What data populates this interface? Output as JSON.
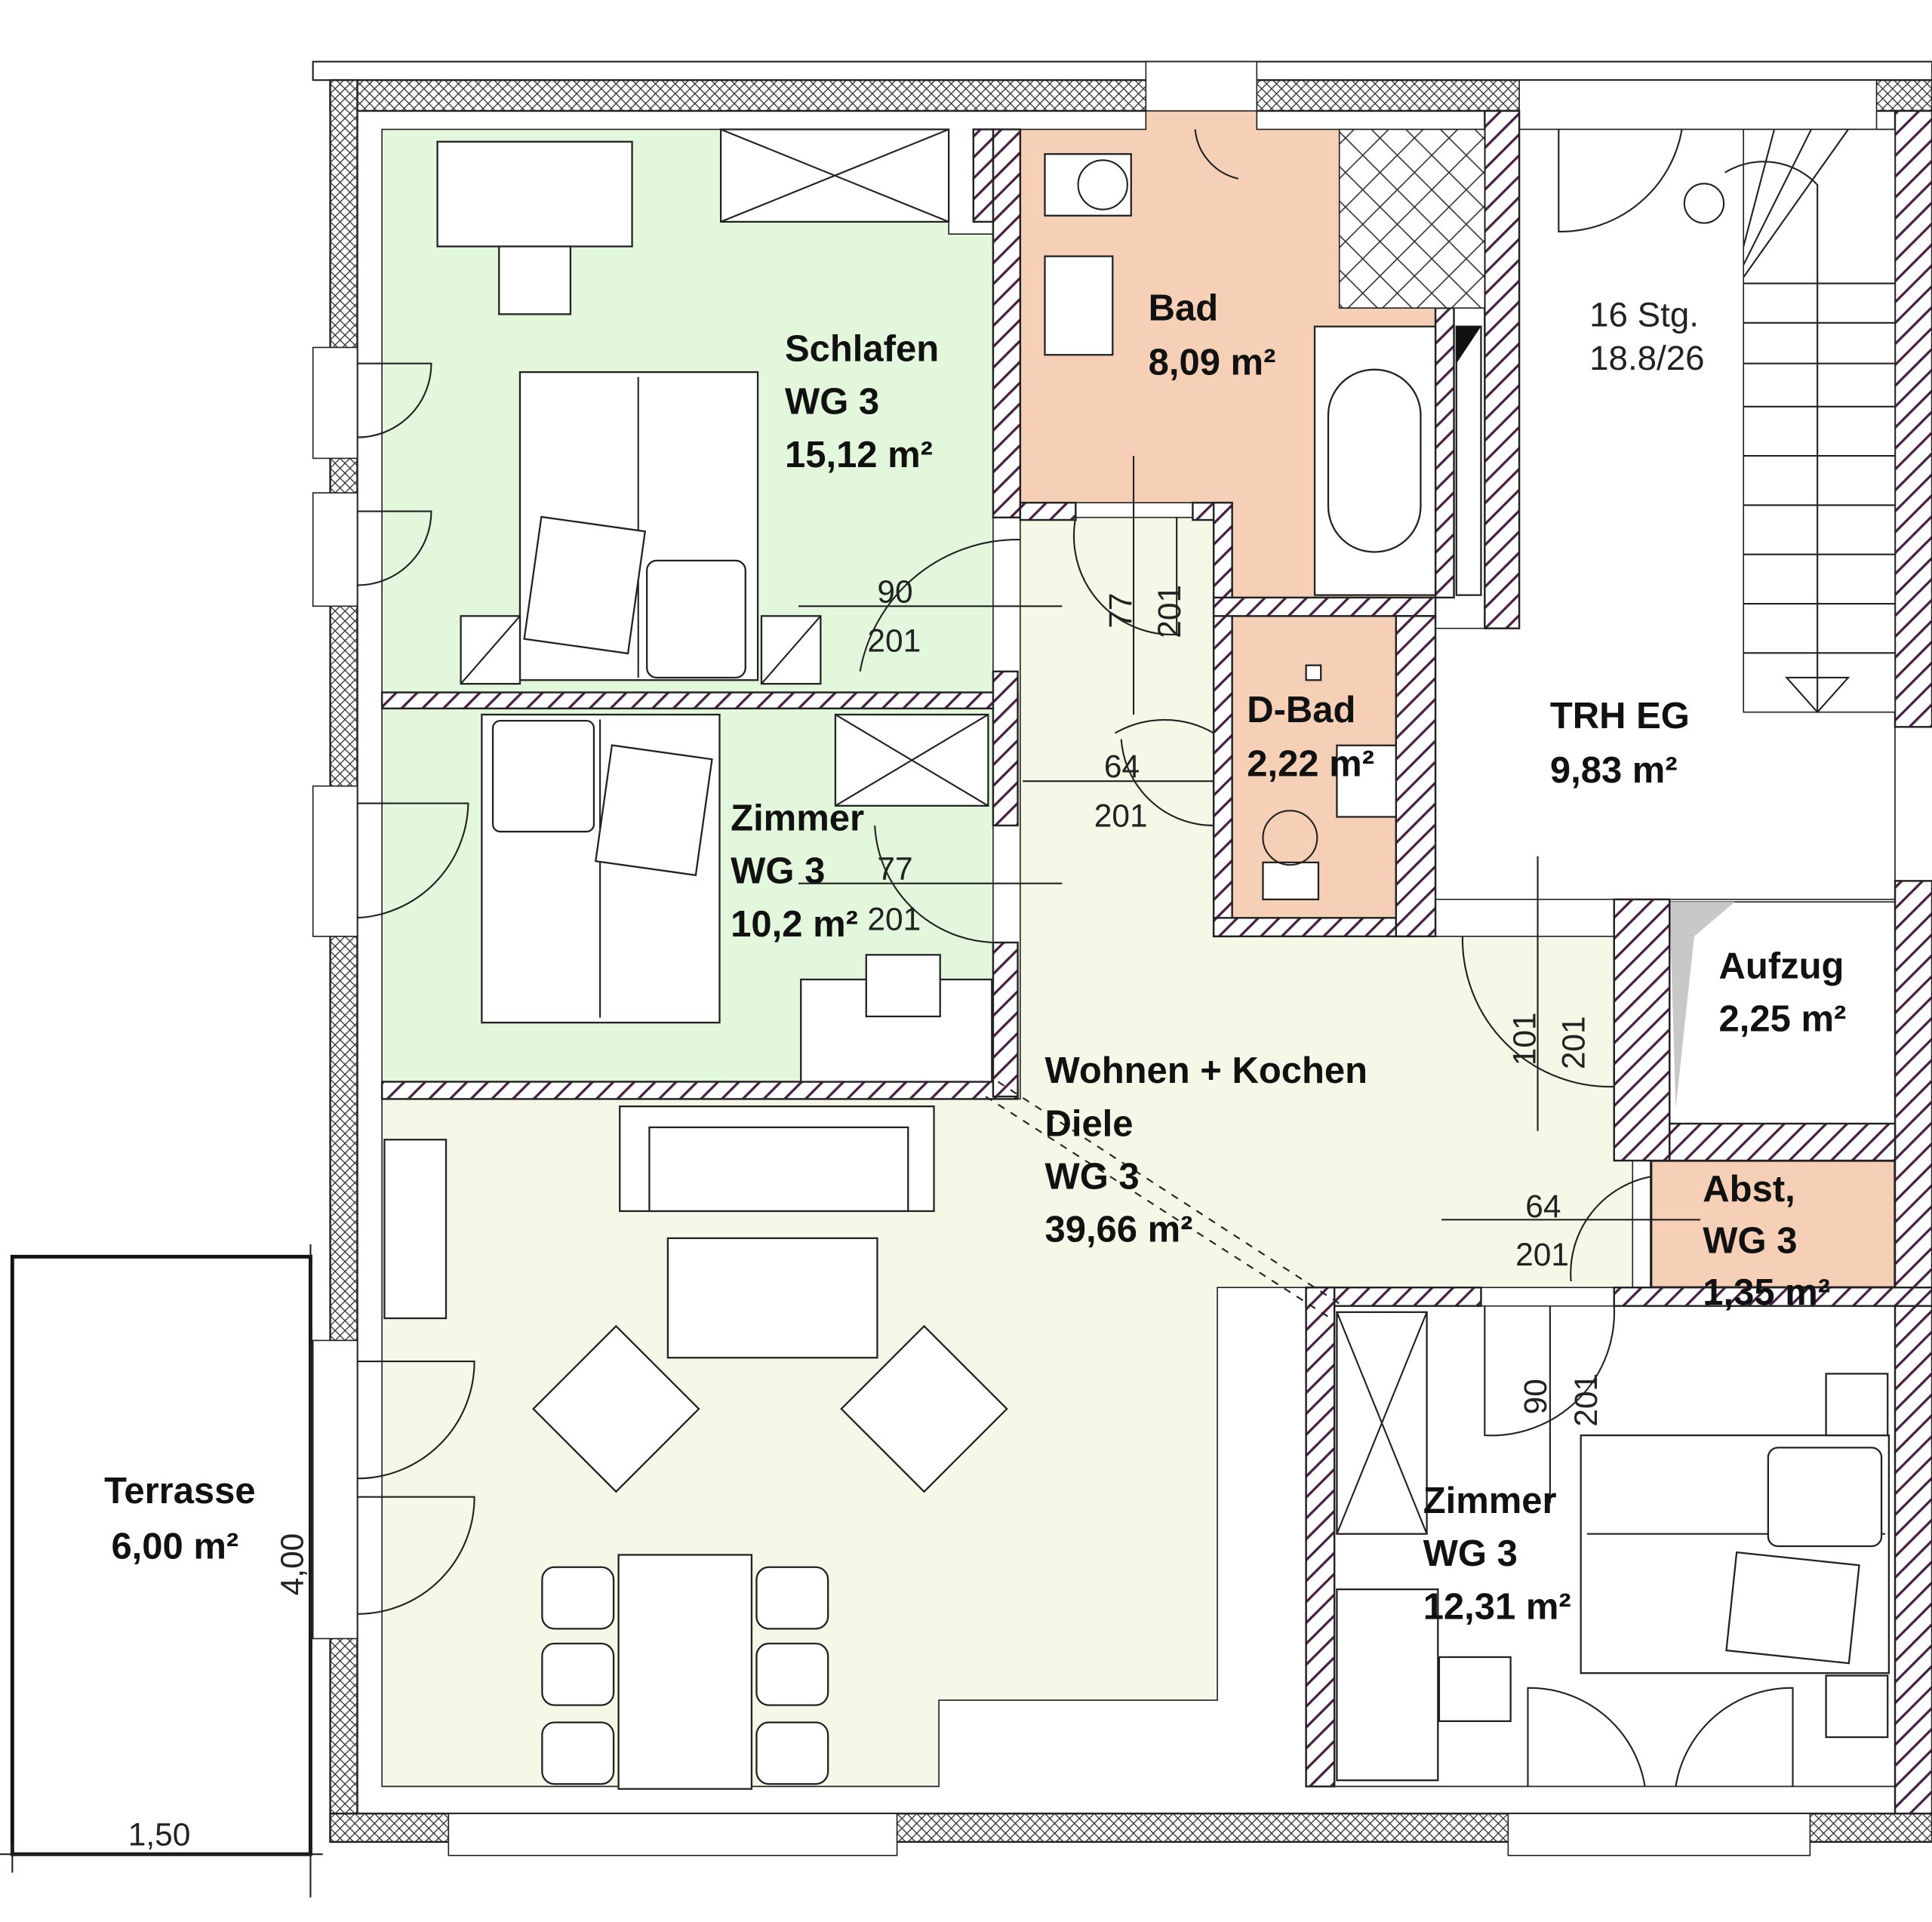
{
  "colors": {
    "green_room": "#e3f7dc",
    "living": "#f5f8e6",
    "wet_room": "#f5d0b6",
    "wall_hatch": "#4a1f46",
    "elevator_shadow": "#c8c8c8"
  },
  "rooms": {
    "schlafen": {
      "name": "Schlafen",
      "unit": "WG 3",
      "area": "15,12 m²"
    },
    "bad": {
      "name": "Bad",
      "area": "8,09 m²"
    },
    "trh": {
      "name": "TRH EG",
      "area": "9,83 m²",
      "stairs_count": "16 Stg.",
      "stairs_ratio": "18.8/26"
    },
    "dbad": {
      "name": "D-Bad",
      "area": "2,22 m²"
    },
    "zimmer1": {
      "name": "Zimmer",
      "unit": "WG 3",
      "area": "10,2 m²"
    },
    "wohnen": {
      "name": "Wohnen + Kochen",
      "name2": "Diele",
      "unit": "WG 3",
      "area": "39,66 m²"
    },
    "aufzug": {
      "name": "Aufzug",
      "area": "2,25 m²"
    },
    "abst": {
      "name": "Abst,",
      "unit": "WG 3",
      "area": "1,35 m²"
    },
    "zimmer2": {
      "name": "Zimmer",
      "unit": "WG 3",
      "area": "12,31 m²"
    },
    "terrasse": {
      "name": "Terrasse",
      "area": "6,00 m²"
    }
  },
  "doors": [
    {
      "width": "90",
      "height": "201"
    },
    {
      "width": "77",
      "height": "201"
    },
    {
      "width": "64",
      "height": "201"
    },
    {
      "width": "77",
      "height": "201"
    },
    {
      "width": "101",
      "height": "201"
    },
    {
      "width": "64",
      "height": "201"
    },
    {
      "width": "90",
      "height": "201"
    }
  ],
  "dimensions": {
    "terrace_depth": "4,00",
    "terrace_width": "1,50"
  }
}
